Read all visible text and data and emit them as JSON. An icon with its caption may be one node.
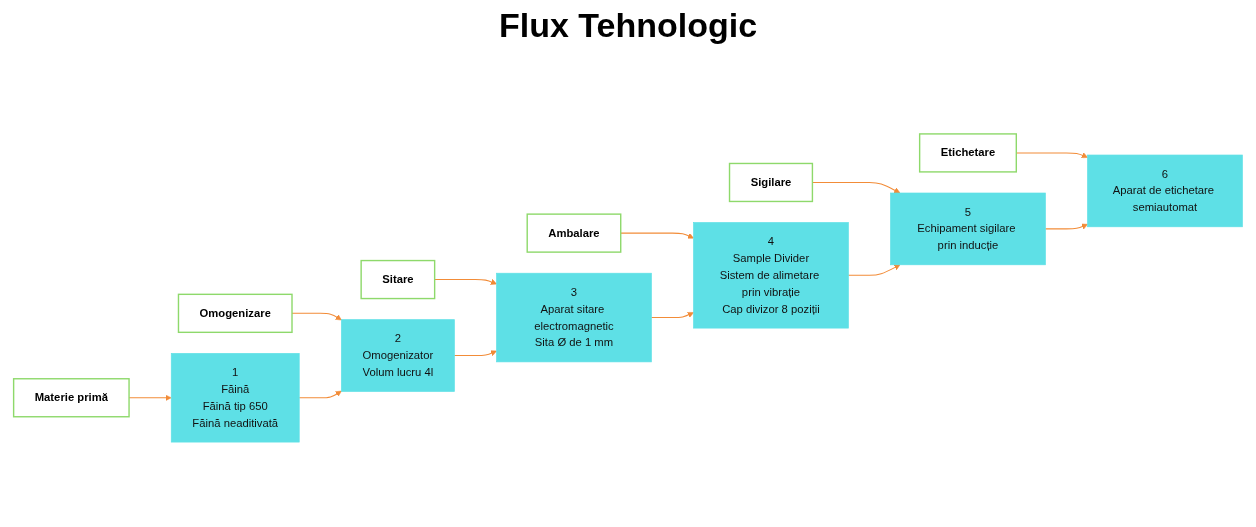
{
  "diagram": {
    "title": "Flux Tehnologic",
    "nodes": [
      {
        "text": [
          "Materie primă"
        ]
      },
      {
        "text": [
          "Omogenizare"
        ]
      },
      {
        "text": [
          "Sitare"
        ]
      },
      {
        "text": [
          "Ambalare"
        ]
      },
      {
        "text": [
          "Sigilare"
        ]
      },
      {
        "text": [
          "Etichetare"
        ]
      },
      {
        "text": [
          "1",
          "Făină",
          "Făină tip 650",
          "Făină neaditivată"
        ]
      },
      {
        "text": [
          "2",
          "Omogenizator",
          "Volum lucru 4l"
        ]
      },
      {
        "text": [
          "3",
          "Aparat sitare electromagnetic",
          "Sita Ø de 1 mm"
        ]
      },
      {
        "text": [
          "4",
          "Sample Divider",
          "Sistem de alimetare prin vibrație",
          "Cap divizor 8 poziții"
        ]
      },
      {
        "text": [
          "5",
          "Echipament sigilare prin inducție"
        ]
      },
      {
        "text": [
          "6",
          "Aparat de etichetare semiautomat"
        ]
      }
    ],
    "edges": [
      {
        "from": 0,
        "to": 6,
        "arrow": "to"
      },
      {
        "from": 1,
        "to": 7,
        "arrow": "to"
      },
      {
        "from": 2,
        "to": 8,
        "arrow": "to"
      },
      {
        "from": 3,
        "to": 9,
        "arrow": "to"
      },
      {
        "from": 4,
        "to": 10,
        "arrow": "to"
      },
      {
        "from": 5,
        "to": 11,
        "arrow": "to"
      },
      {
        "from": 6,
        "to": 7,
        "arrow": "to"
      },
      {
        "from": 7,
        "to": 8,
        "arrow": "to"
      },
      {
        "from": 8,
        "to": 9,
        "arrow": "to"
      },
      {
        "from": 9,
        "to": 10,
        "arrow": "to"
      },
      {
        "from": 10,
        "to": 11,
        "arrow": "to"
      }
    ]
  }
}
